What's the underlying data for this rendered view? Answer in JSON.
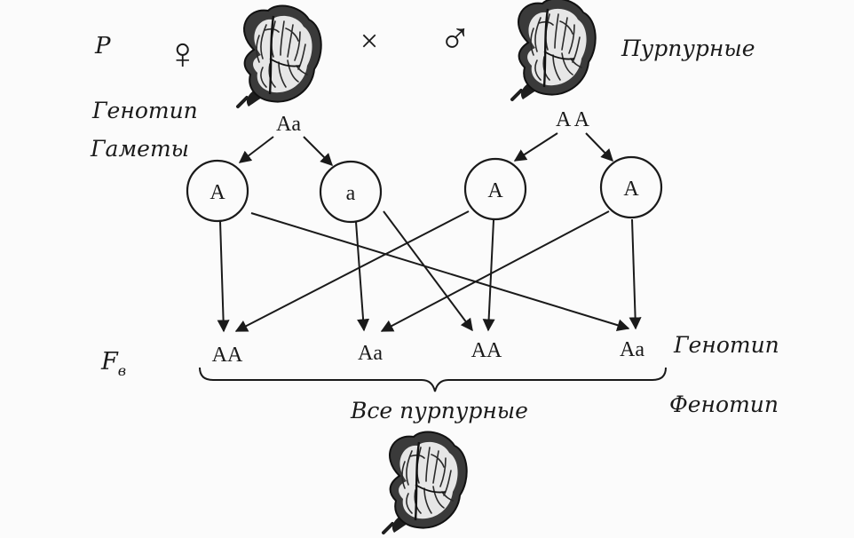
{
  "colors": {
    "ink": "#1a1a1a",
    "background": "#fbfbfb",
    "pea_dark": "#2b2b2b",
    "pea_light": "#e8e8e8"
  },
  "labels": {
    "p": "P",
    "female_symbol": "♀",
    "cross": "×",
    "male_symbol": "♂",
    "parent_phenotype": "Пурпурные",
    "genotype_row": "Генотип",
    "gametes_row": "Гаметы",
    "f_letter": "F",
    "f_subscript": "в",
    "offspring_genotype_label": "Генотип",
    "offspring_phenotype_label": "Фенотип",
    "summary": "Все пурпурные"
  },
  "parents": [
    {
      "genotype": "Aa"
    },
    {
      "genotype": "A A"
    }
  ],
  "gametes": [
    "A",
    "a",
    "A",
    "A"
  ],
  "offspring": [
    "AA",
    "Aa",
    "AA",
    "Aa"
  ],
  "icons": [
    "purple-pea-flower-icon"
  ]
}
